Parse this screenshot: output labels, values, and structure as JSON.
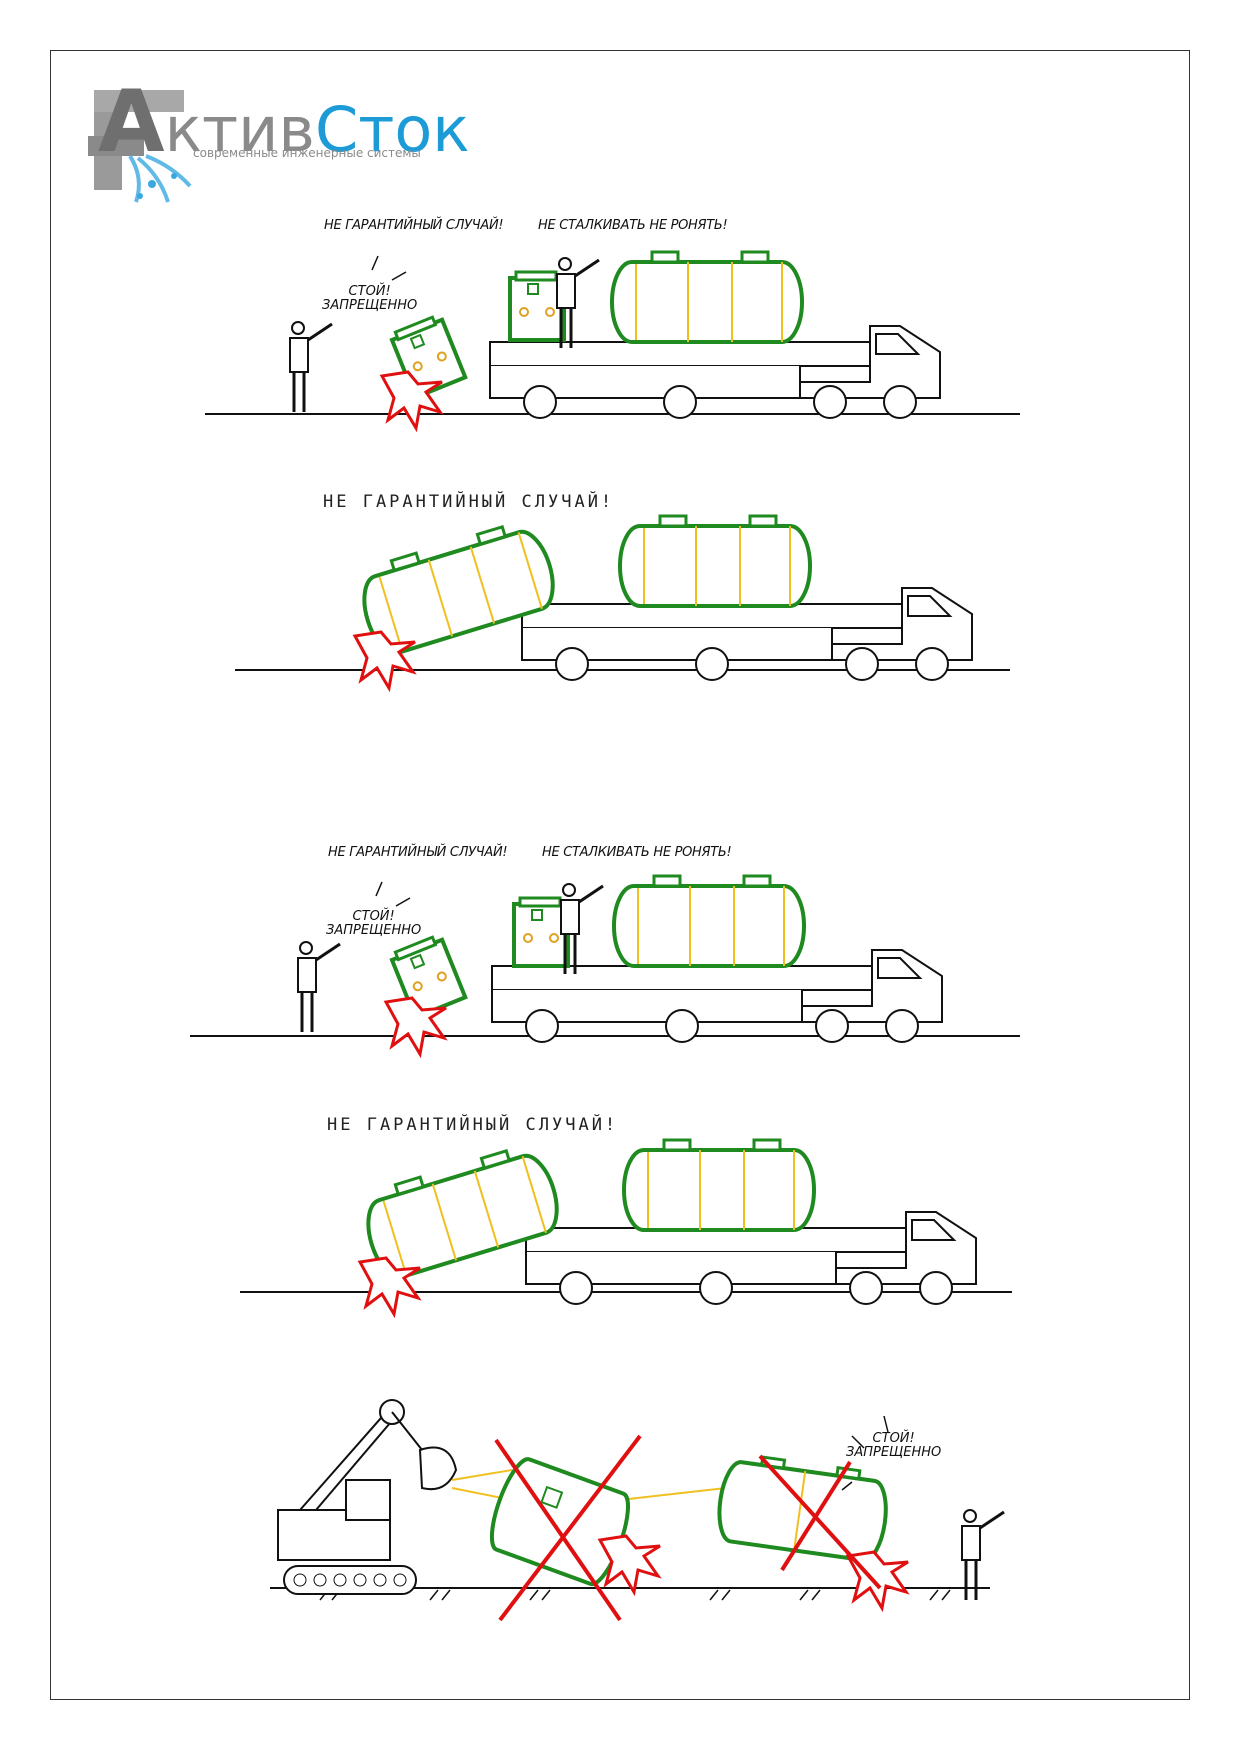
{
  "logo": {
    "word_first": "А",
    "word_mid": "ктив",
    "word_blue": "Сток",
    "tagline": "современные инженерные системы",
    "colors": {
      "gray": "#8a8a8a",
      "blue": "#1d9bd6"
    }
  },
  "scene1": {
    "warning": "НЕ ГАРАНТИЙНЫЙ СЛУЧАЙ!",
    "instruction": "НЕ СТАЛКИВАТЬ НЕ РОНЯТЬ!",
    "stop_line1": "СТОЙ!",
    "stop_line2": "ЗАПРЕЩЕННО"
  },
  "scene2": {
    "warning": "НЕ ГАРАНТИЙНЫЙ СЛУЧАЙ!"
  },
  "scene3": {
    "warning": "НЕ ГАРАНТИЙНЫЙ СЛУЧАЙ!",
    "instruction": "НЕ СТАЛКИВАТЬ НЕ РОНЯТЬ!",
    "stop_line1": "СТОЙ!",
    "stop_line2": "ЗАПРЕЩЕННО"
  },
  "scene4": {
    "warning": "НЕ ГАРАНТИЙНЫЙ СЛУЧАЙ!"
  },
  "scene5": {
    "stop_line1": "СТОЙ!",
    "stop_line2": "ЗАПРЕЩЕННО"
  },
  "colors": {
    "tank": "#1f8a1f",
    "strap": "#f0c020",
    "impact": "#e01010",
    "line": "#111111"
  }
}
